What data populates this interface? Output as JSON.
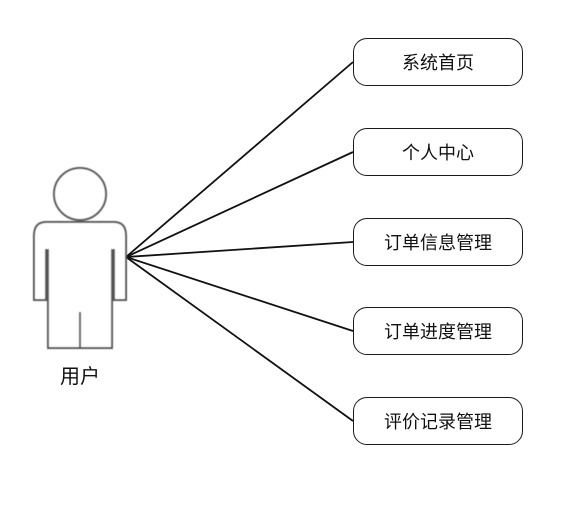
{
  "actor": {
    "label": "用户",
    "icon": "user-actor-icon"
  },
  "use_cases": [
    {
      "label": "系统首页"
    },
    {
      "label": "个人中心"
    },
    {
      "label": "订单信息管理"
    },
    {
      "label": "订单进度管理"
    },
    {
      "label": "评价记录管理"
    }
  ],
  "colors": {
    "line": "#111111",
    "actor_stroke": "#555555",
    "background": "#ffffff"
  }
}
